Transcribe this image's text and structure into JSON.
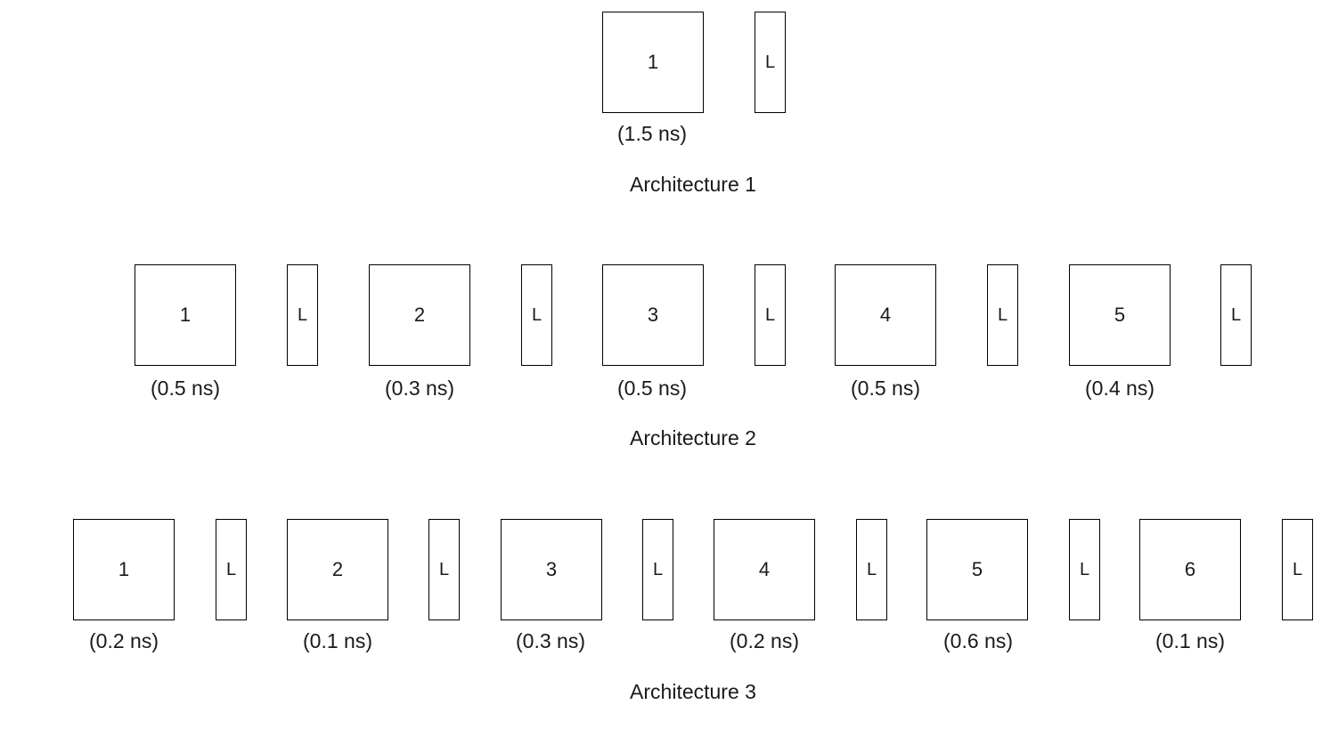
{
  "architectures": [
    {
      "title": "Architecture 1",
      "stages": [
        {
          "label": "1",
          "delay": "(1.5 ns)",
          "latch": "L"
        }
      ]
    },
    {
      "title": "Architecture 2",
      "stages": [
        {
          "label": "1",
          "delay": "(0.5 ns)",
          "latch": "L"
        },
        {
          "label": "2",
          "delay": "(0.3 ns)",
          "latch": "L"
        },
        {
          "label": "3",
          "delay": "(0.5 ns)",
          "latch": "L"
        },
        {
          "label": "4",
          "delay": "(0.5 ns)",
          "latch": "L"
        },
        {
          "label": "5",
          "delay": "(0.4 ns)",
          "latch": "L"
        }
      ]
    },
    {
      "title": "Architecture 3",
      "stages": [
        {
          "label": "1",
          "delay": "(0.2 ns)",
          "latch": "L"
        },
        {
          "label": "2",
          "delay": "(0.1 ns)",
          "latch": "L"
        },
        {
          "label": "3",
          "delay": "(0.3 ns)",
          "latch": "L"
        },
        {
          "label": "4",
          "delay": "(0.2 ns)",
          "latch": "L"
        },
        {
          "label": "5",
          "delay": "(0.6 ns)",
          "latch": "L"
        },
        {
          "label": "6",
          "delay": "(0.1 ns)",
          "latch": "L"
        }
      ]
    }
  ]
}
